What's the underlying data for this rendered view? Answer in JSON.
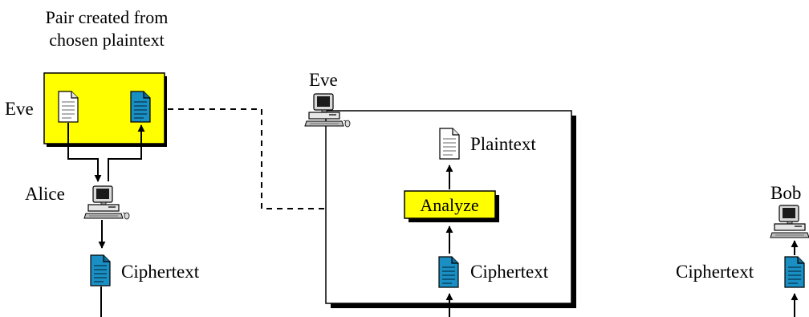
{
  "pair": {
    "title_line1": "Pair created from",
    "title_line2": "chosen plaintext",
    "eve_label": "Eve"
  },
  "alice": {
    "label": "Alice",
    "doc_label": "Ciphertext"
  },
  "eve": {
    "label": "Eve",
    "plaintext_label": "Plaintext",
    "analyze_label": "Analyze",
    "ciphertext_label": "Ciphertext"
  },
  "bob": {
    "label": "Bob",
    "doc_label": "Ciphertext"
  },
  "colors": {
    "pair_box_fill": "#ffff00",
    "analyze_fill": "#ffff00",
    "cipher_doc_fill": "#1a8fc4",
    "plain_doc_fill": "#ffffff",
    "shadow": "#000000"
  },
  "icons": {
    "computer": "computer-icon",
    "plain_doc": "plaintext-document-icon",
    "cipher_doc": "ciphertext-document-icon"
  }
}
